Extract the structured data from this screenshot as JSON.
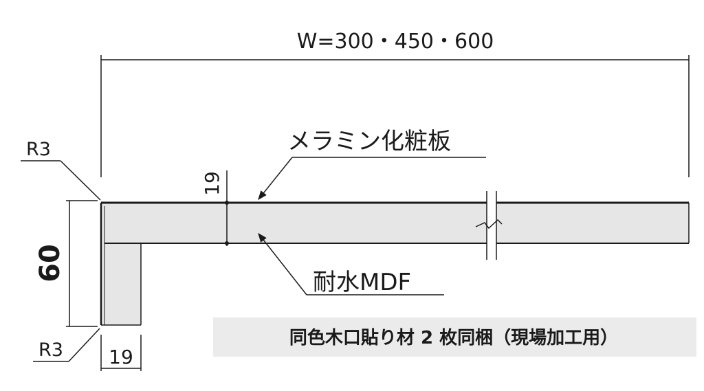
{
  "labels": {
    "width": "W=300・450・600",
    "surface_material": "メラミン化粧板",
    "core_material": "耐水MDF",
    "radius_top": "R3",
    "radius_bottom": "R3",
    "thickness": "19",
    "height": "60",
    "bottom_width": "19",
    "note": "同色木口貼り材 2 枚同梱（現場加工用）"
  },
  "colors": {
    "line": "#1a1a1a",
    "fill": "#e6e6e6",
    "note_background": "#ebebeb"
  }
}
